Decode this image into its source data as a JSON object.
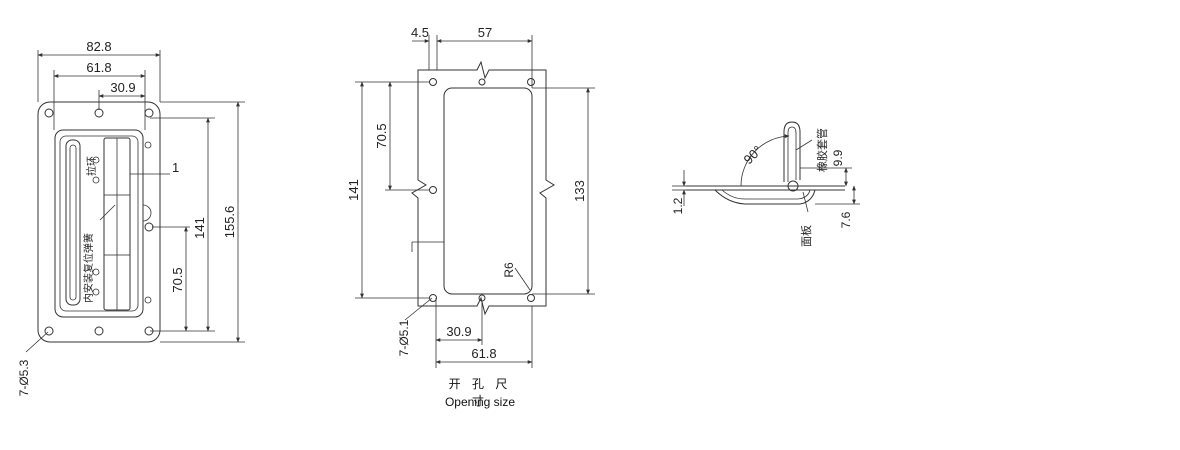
{
  "view1": {
    "dim_width": "82.8",
    "dim_mid": "61.8",
    "dim_half": "30.9",
    "dim_height": "155.6",
    "dim_141": "141",
    "dim_70_5": "70.5",
    "dim_1": "1",
    "label_pull_ring": "拉环",
    "label_inner_spring": "内安装复位弹簧",
    "label_holes": "7-Ø5.3"
  },
  "view2": {
    "dim_offset": "4.5",
    "dim_width": "57",
    "dim_height": "141",
    "dim_70_5": "70.5",
    "dim_133": "133",
    "dim_radius": "R6",
    "dim_half": "30.9",
    "dim_bottom": "61.8",
    "label_holes": "7-Ø5.1",
    "caption_cn": "开 孔 尺 寸",
    "caption_en": "Opening size"
  },
  "view3": {
    "dim_angle": "90°",
    "label_sleeve": "橡胶套管",
    "dim_9_9": "9.9",
    "dim_1_2": "1.2",
    "dim_7_6": "7.6",
    "label_panel": "面板"
  }
}
